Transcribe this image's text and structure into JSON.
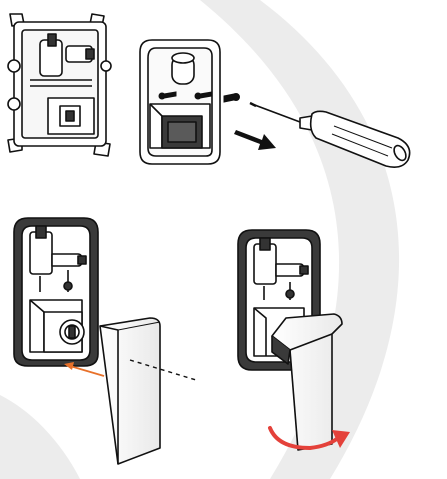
{
  "figure": {
    "steps": [
      {
        "id": "step-remove-cover-screws",
        "tool": "screwdriver-icon",
        "motion": "arrow-right-icon"
      },
      {
        "id": "step-align-handle",
        "motion": "arrow-left-icon"
      },
      {
        "id": "step-rotate-handle",
        "motion": "rotate-arrow-icon"
      }
    ],
    "colors": {
      "line": "#111111",
      "shade": "#3a3a3a",
      "watermark": "#ececec",
      "arrow_orange": "#e8712a",
      "arrow_red": "#e4413a",
      "background": "#ffffff"
    }
  }
}
